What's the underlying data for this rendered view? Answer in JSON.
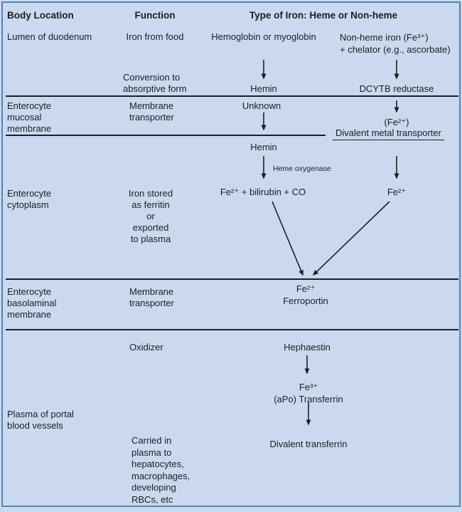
{
  "header": {
    "body_location": "Body Location",
    "function": "Function",
    "iron_type": "Type of Iron: Heme or Non-heme"
  },
  "lumen": {
    "location": "Lumen of duodenum",
    "function": "Iron from food",
    "heme": "Hemoglobin or myoglobin",
    "nonheme": "Non-heme iron (Fe³⁺)\n+ chelator (e.g., ascorbate)"
  },
  "conversion": {
    "function": "Conversion to\nabsorptive form",
    "heme": "Hemin",
    "nonheme": "DCYTB reductase"
  },
  "mucosal": {
    "location": "Enterocyte\nmucosal\nmembrane",
    "function": "Membrane\ntransporter",
    "heme": "Unknown",
    "nonheme_product": "(Fe²⁺)",
    "nonheme_transporter": "Divalent metal transporter"
  },
  "cytoplasm": {
    "location": "Enterocyte\ncytoplasm",
    "function": "Iron stored\nas ferritin\nor\nexported\nto plasma",
    "heme_intermediate": "Hemin",
    "enzyme": "Heme oxygenase",
    "heme_products": "Fe²⁺ + bilirubin + CO",
    "nonheme_product": "Fe²⁺"
  },
  "basolaminal": {
    "location": "Enterocyte\nbasolaminal\nmembrane",
    "function": "Membrane\ntransporter",
    "channel": "Fe²⁺\nFerroportin"
  },
  "oxidation": {
    "function": "Oxidizer",
    "protein": "Hephaestin"
  },
  "plasma": {
    "location": "Plasma of portal\nblood vessels",
    "function": "Carried in\nplasma to\nhepatocytes,\nmacrophages,\ndeveloping\nRBCs, etc",
    "transferrin": "Fe³⁺\n(aPo) Transferrin",
    "product": "Divalent transferrin"
  },
  "colors": {
    "background": "#cbd9ee",
    "frame_border": "#4e86bf",
    "text": "#1c1d24",
    "line": "#1a2029"
  }
}
